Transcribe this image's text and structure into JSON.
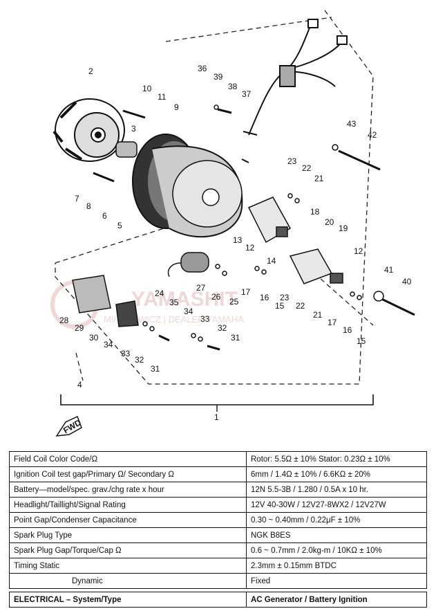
{
  "diagram": {
    "part_numbers": [
      "1",
      "2",
      "3",
      "4",
      "5",
      "6",
      "7",
      "8",
      "9",
      "10",
      "11",
      "12",
      "12",
      "13",
      "14",
      "15",
      "15",
      "16",
      "16",
      "17",
      "17",
      "18",
      "19",
      "20",
      "21",
      "21",
      "22",
      "22",
      "23",
      "23",
      "24",
      "25",
      "26",
      "27",
      "28",
      "29",
      "30",
      "31",
      "31",
      "32",
      "32",
      "33",
      "33",
      "34",
      "34",
      "35",
      "36",
      "37",
      "38",
      "39",
      "40",
      "41",
      "42",
      "43"
    ],
    "fwd_label": "FWD",
    "watermark": "YAMASHIT... MIHALOWICZ | DEALER YAMAHA"
  },
  "spec_table": {
    "rows": [
      {
        "label": "Field Coil Color Code/Ω",
        "value": "Rotor: 5.5Ω ± 10%   Stator: 0.23Ω ± 10%"
      },
      {
        "label": "Ignition Coil  test gap/Primary Ω/ Secondary Ω",
        "value": "6mm / 1.4Ω ± 10% / 6.6KΩ ± 20%"
      },
      {
        "label": "Battery—model/spec. grav./chg rate x hour",
        "value": "12N 5.5-3B / 1.280 / 0.5A x 10 hr."
      },
      {
        "label": "Headlight/Taillight/Signal Rating",
        "value": "12V 40-30W / 12V27-8WX2 / 12V27W"
      },
      {
        "label": "Point Gap/Condenser Capacitance",
        "value": "0.30 ~ 0.40mm / 0.22μF ± 10%"
      },
      {
        "label": "Spark Plug Type",
        "value": "NGK B8ES"
      },
      {
        "label": "Spark Plug Gap/Torque/Cap Ω",
        "value": "0.6 ~ 0.7mm / 2.0kg-m / 10KΩ ± 10%"
      },
      {
        "label": "Timing  Static",
        "value": "2.3mm ± 0.15mm BTDC"
      },
      {
        "label": "Dynamic",
        "value": "Fixed"
      }
    ],
    "system_row": {
      "label": "ELECTRICAL – System/Type",
      "value": "AC Generator / Battery Ignition"
    }
  }
}
